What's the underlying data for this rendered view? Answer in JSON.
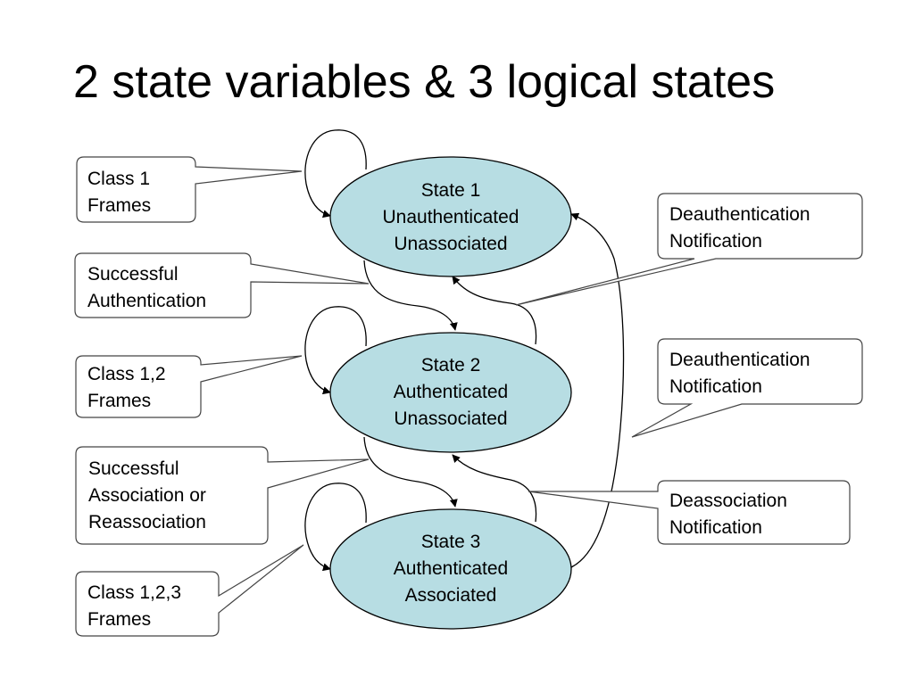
{
  "title": "2 state variables & 3 logical states",
  "states": [
    {
      "lines": [
        "State 1",
        "Unauthenticated",
        "Unassociated"
      ]
    },
    {
      "lines": [
        "State 2",
        "Authenticated",
        "Unassociated"
      ]
    },
    {
      "lines": [
        "State 3",
        "Authenticated",
        "Associated"
      ]
    }
  ],
  "callouts": {
    "class1_frames": {
      "lines": [
        "Class 1",
        "Frames"
      ]
    },
    "successful_authentication": {
      "lines": [
        "Successful",
        "Authentication"
      ]
    },
    "class12_frames": {
      "lines": [
        "Class 1,2",
        "Frames"
      ]
    },
    "successful_association": {
      "lines": [
        "Successful",
        "Association or",
        "Reassociation"
      ]
    },
    "class123_frames": {
      "lines": [
        "Class 1,2,3",
        "Frames"
      ]
    },
    "deauth_notification_1": {
      "lines": [
        "Deauthentication",
        "Notification"
      ]
    },
    "deauth_notification_2": {
      "lines": [
        "Deauthentication",
        "Notification"
      ]
    },
    "deassociation_notification": {
      "lines": [
        "Deassociation",
        "Notification"
      ]
    }
  },
  "colors": {
    "state_fill": "#b7dde3",
    "outline": "#000000",
    "callout_border": "#444444"
  }
}
